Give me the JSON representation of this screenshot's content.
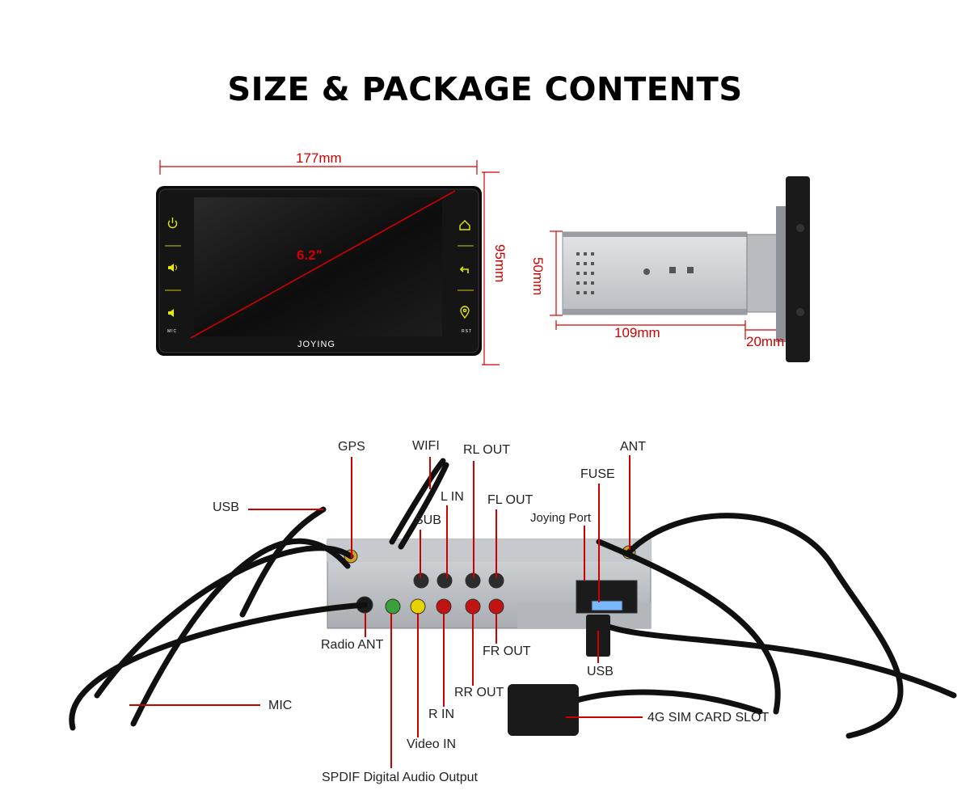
{
  "title": "SIZE & PACKAGE CONTENTS",
  "dimensions": {
    "width": "177mm",
    "height": "95mm",
    "screen": "6.2\"",
    "depth_height": "50mm",
    "depth": "109mm",
    "front_depth": "20mm"
  },
  "front_panel": {
    "brand": "JOYING",
    "left_buttons": [
      "power-icon",
      "volume-up-icon",
      "volume-down-icon"
    ],
    "right_buttons": [
      "home-icon",
      "back-icon",
      "gps-pin-icon"
    ],
    "mic_label": "MIC",
    "rst_label": "RST"
  },
  "connectors": {
    "gps": "GPS",
    "wifi": "WIFI",
    "rl_out": "RL OUT",
    "ant": "ANT",
    "fuse": "FUSE",
    "l_in": "L IN",
    "fl_out": "FL OUT",
    "usb_left": "USB",
    "sub": "SUB",
    "joying_port": "Joying Port",
    "radio_ant": "Radio ANT",
    "fr_out": "FR OUT",
    "usb_right": "USB",
    "rr_out": "RR OUT",
    "mic": "MIC",
    "r_in": "R IN",
    "sim_slot": "4G SIM CARD SLOT",
    "video_in": "Video IN",
    "spdif": "SPDIF Digital Audio Output"
  },
  "colors": {
    "accent_red": "#d10000",
    "button_yellow": "#e8e800",
    "label_line": "#cc0000"
  }
}
